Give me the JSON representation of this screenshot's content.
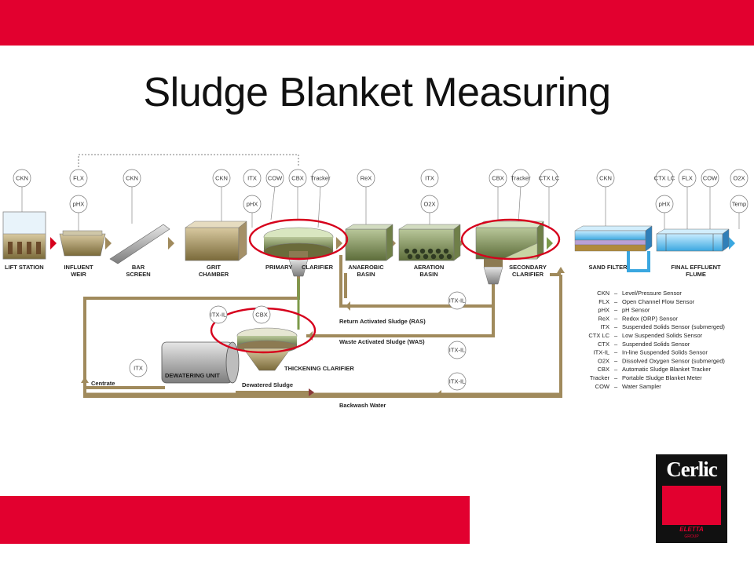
{
  "slide": {
    "title": "Sludge Blanket Measuring",
    "brand_color": "#e2002f"
  },
  "logo": {
    "name": "Cerlic",
    "sub": "ELETTA",
    "group": "GROUP"
  },
  "diagram": {
    "sensors": {
      "s1": "CKN",
      "s2": "FLX",
      "s3": "pHX",
      "s4": "CKN",
      "s5": "CKN",
      "s6": "ITX",
      "s7": "pHX",
      "s8": "COW",
      "s9": "CBX",
      "s10": "Tracker",
      "s11": "ReX",
      "s12": "ITX",
      "s13": "O2X",
      "s14": "CBX",
      "s15": "Tracker",
      "s16": "CTX LC",
      "s17": "CKN",
      "s18": "CTX LC",
      "s19": "pHX",
      "s20": "FLX",
      "s21": "COW",
      "s22": "O2X",
      "s23": "Temp",
      "s24": "ITX-IL",
      "s25": "ITX-IL",
      "s26": "ITX-IL",
      "s27": "ITX-IL",
      "s28": "CBX",
      "s29": "ITX"
    },
    "stages": {
      "lift_station": "LIFT STATION",
      "influent_weir_1": "INFLUENT",
      "influent_weir_2": "WEIR",
      "bar_screen_1": "BAR",
      "bar_screen_2": "SCREEN",
      "grit_chamber_1": "GRIT",
      "grit_chamber_2": "CHAMBER",
      "primary_clarifier": "PRIMARY",
      "primary_clarifier_2": "CLARIFIER",
      "anaerobic_basin_1": "ANAEROBIC",
      "anaerobic_basin_2": "BASIN",
      "aeration_basin_1": "AERATION",
      "aeration_basin_2": "BASIN",
      "secondary_clarifier_1": "SECONDARY",
      "secondary_clarifier_2": "CLARIFIER",
      "sand_filter": "SAND FILTER",
      "final_flume_1": "FINAL EFFLUENT",
      "final_flume_2": "FLUME",
      "dewatering_unit": "DEWATERING UNIT",
      "thickening_clarifier": "THICKENING CLARIFIER"
    },
    "flows": {
      "ras": "Return Activated Sludge (RAS)",
      "was": "Waste Activated Sludge (WAS)",
      "centrate": "Centrate",
      "dewatered": "Dewatered Sludge",
      "backwash": "Backwash Water"
    },
    "legend": [
      {
        "code": "CKN",
        "desc": "Level/Pressure Sensor"
      },
      {
        "code": "FLX",
        "desc": "Open Channel Flow Sensor"
      },
      {
        "code": "pHX",
        "desc": "pH Sensor"
      },
      {
        "code": "ReX",
        "desc": "Redox (ORP) Sensor"
      },
      {
        "code": "ITX",
        "desc": "Suspended Solids Sensor (submerged)"
      },
      {
        "code": "CTX LC",
        "desc": "Low Suspended Solids Sensor"
      },
      {
        "code": "CTX",
        "desc": "Suspended Solids Sensor"
      },
      {
        "code": "ITX-IL",
        "desc": "In-line Suspended Solids Sensor"
      },
      {
        "code": "O2X",
        "desc": "Dissolved Oxygen Sensor (submerged)"
      },
      {
        "code": "CBX",
        "desc": "Automatic Sludge Blanket Tracker"
      },
      {
        "code": "Tracker",
        "desc": "Portable Sludge Blanket Meter"
      },
      {
        "code": "COW",
        "desc": "Water Sampler"
      }
    ],
    "colors": {
      "pipe": "#a08a5c",
      "highlight": "#d6001c",
      "water": "#3aa7e0"
    }
  }
}
